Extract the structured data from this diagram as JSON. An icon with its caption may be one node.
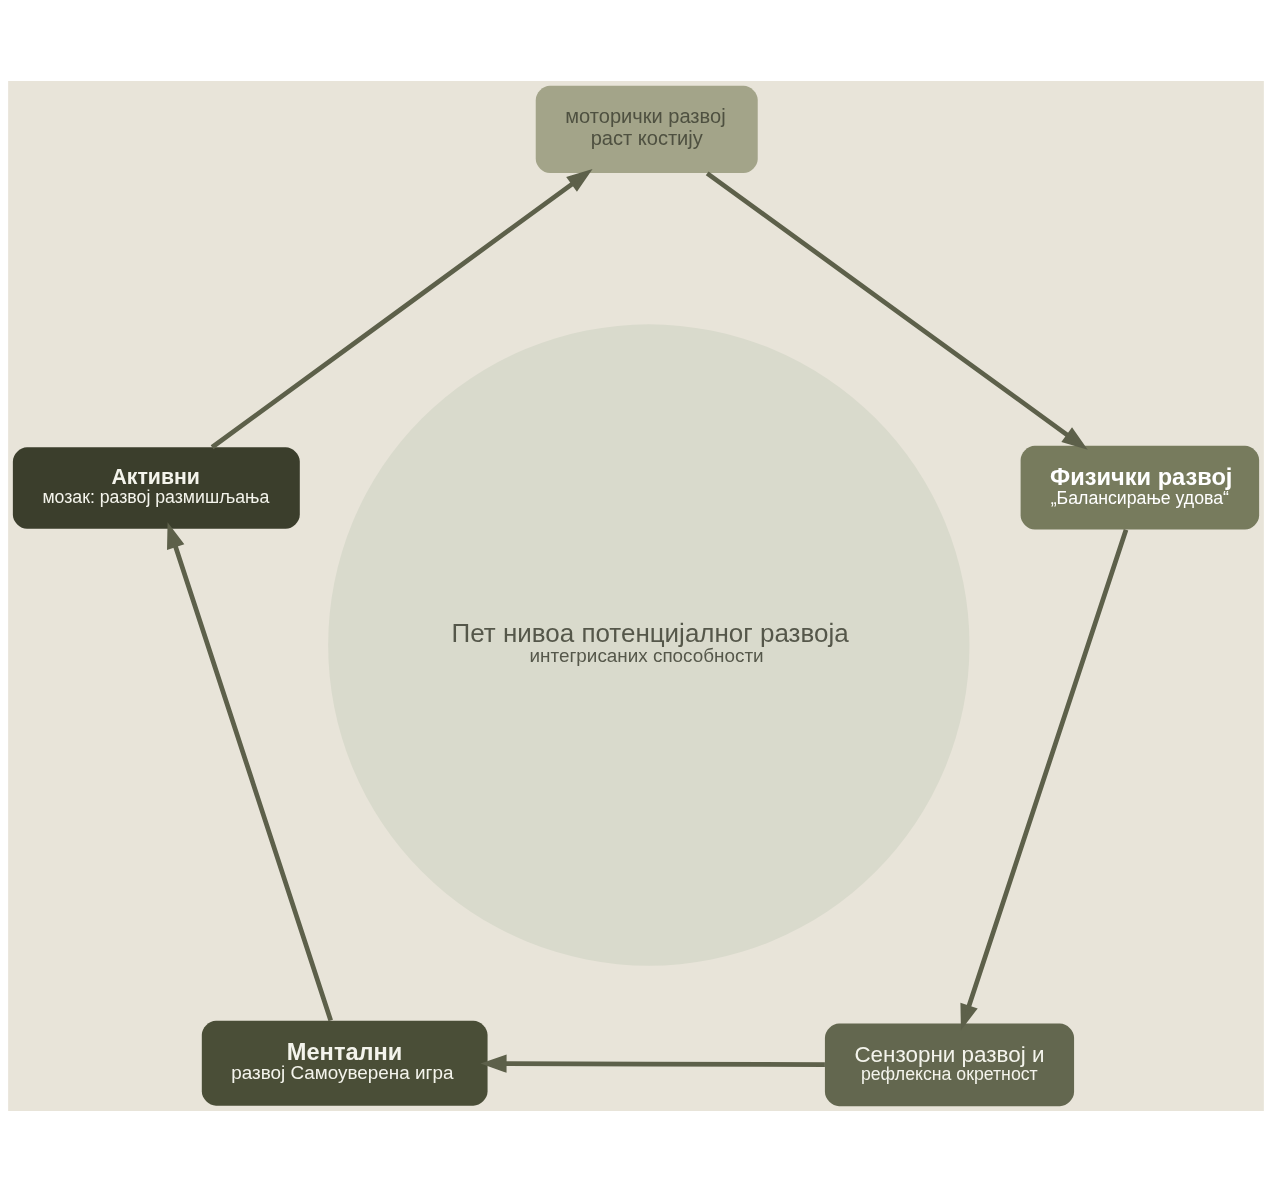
{
  "diagram": {
    "nodes": [
      {
        "text": [
          "моторички развој",
          "раст костију"
        ]
      },
      {
        "text": [
          "Физички развој",
          "„Балансирање удова“"
        ]
      },
      {
        "text": [
          "Сензорни развој и",
          "рефлексна окретност"
        ]
      },
      {
        "text": [
          "Ментални",
          "развој Самоуверена игра"
        ]
      },
      {
        "text": [
          "Активни",
          "мозак: развој размишљања"
        ]
      },
      {
        "text": [
          "Пет нивоа потенцијалног развоја",
          "интегрисаних способности"
        ]
      }
    ],
    "edges": [
      {
        "from": 0,
        "to": 1,
        "arrow": "to"
      },
      {
        "from": 1,
        "to": 2,
        "arrow": "to"
      },
      {
        "from": 2,
        "to": 3,
        "arrow": "to"
      },
      {
        "from": 3,
        "to": 4,
        "arrow": "to"
      },
      {
        "from": 4,
        "to": 0,
        "arrow": "to"
      }
    ]
  }
}
